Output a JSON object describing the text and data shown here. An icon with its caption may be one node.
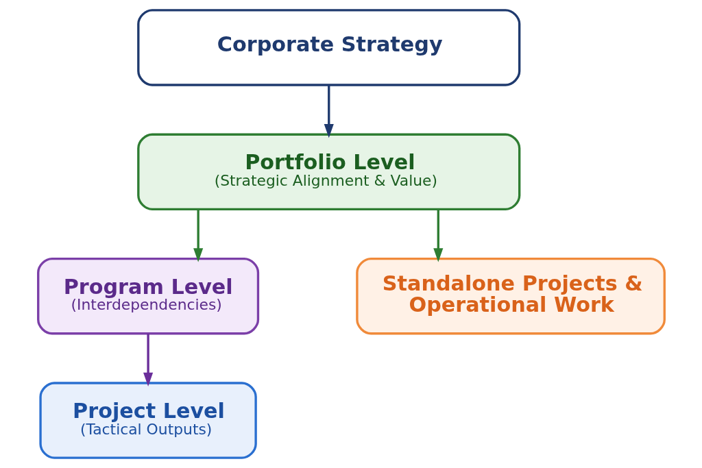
{
  "diagram": {
    "nodes": [
      {
        "text": [
          "Corporate Strategy"
        ]
      },
      {
        "text": [
          "Portfolio Level",
          "(Strategic Alignment & Value)"
        ]
      },
      {
        "text": [
          "Program Level",
          "(Interdependencies)"
        ]
      },
      {
        "text": [
          "Standalone Projects & Operational Work"
        ]
      },
      {
        "text": [
          "Project Level",
          "(Tactical Outputs)"
        ]
      }
    ],
    "edges": [
      {
        "from": 0,
        "to": 1,
        "arrow": "to",
        "color": "#1f3a6e"
      },
      {
        "from": 1,
        "to": 2,
        "arrow": "to"
      },
      {
        "from": 1,
        "to": 3,
        "arrow": "to"
      },
      {
        "from": 2,
        "to": 4,
        "arrow": "to",
        "color": "#6a2e9a"
      }
    ]
  }
}
